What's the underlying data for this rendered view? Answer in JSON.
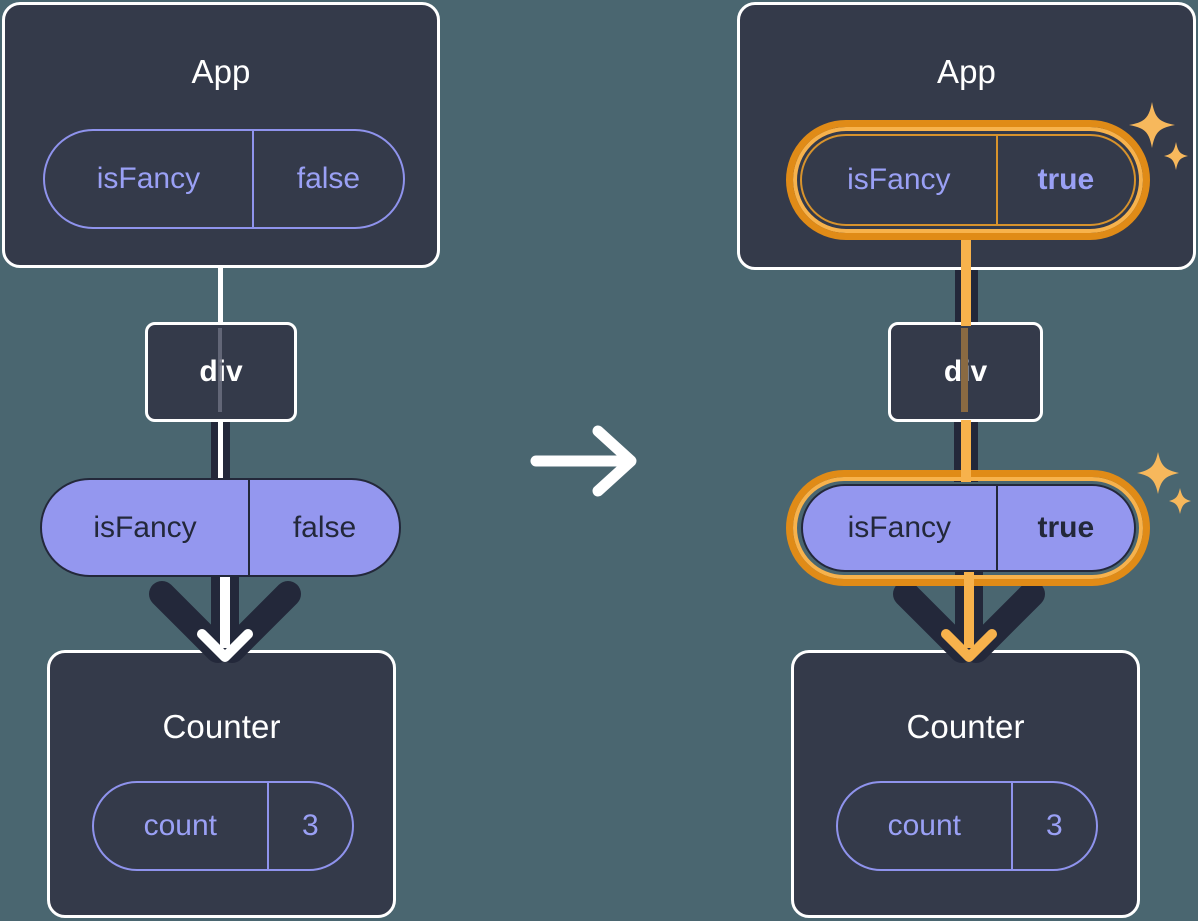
{
  "diagram": {
    "title": "React state update propagation diagram",
    "background_color": "#4a6670",
    "box_color": "#343a4a",
    "pill_fill_color": "#9497ef",
    "pill_text_color": "#23283a",
    "pill_outline_color": "#8f93ed",
    "highlight_color": "#e08b17",
    "highlight_light_color": "#f7b24c",
    "connector_white": "#ffffff",
    "connector_dark": "#23283a"
  },
  "transition": {
    "icon": "arrow-right-icon"
  },
  "panels": [
    {
      "id": "before",
      "app": {
        "title": "App",
        "state": {
          "key": "isFancy",
          "value": "false",
          "highlighted": false,
          "bold_value": false
        }
      },
      "element": {
        "label": "div"
      },
      "prop": {
        "key": "isFancy",
        "value": "false",
        "highlighted": false,
        "bold_value": false
      },
      "counter": {
        "title": "Counter",
        "state": {
          "key": "count",
          "value": "3"
        }
      },
      "sparkle_visible": false,
      "arrow_color": "#23283a"
    },
    {
      "id": "after",
      "app": {
        "title": "App",
        "state": {
          "key": "isFancy",
          "value": "true",
          "highlighted": true,
          "bold_value": true
        }
      },
      "element": {
        "label": "div"
      },
      "prop": {
        "key": "isFancy",
        "value": "true",
        "highlighted": true,
        "bold_value": true
      },
      "counter": {
        "title": "Counter",
        "state": {
          "key": "count",
          "value": "3"
        }
      },
      "sparkle_visible": true,
      "arrow_color": "#f7b24c",
      "sparkle_icons": [
        "sparkle-large-icon",
        "sparkle-small-icon"
      ]
    }
  ]
}
